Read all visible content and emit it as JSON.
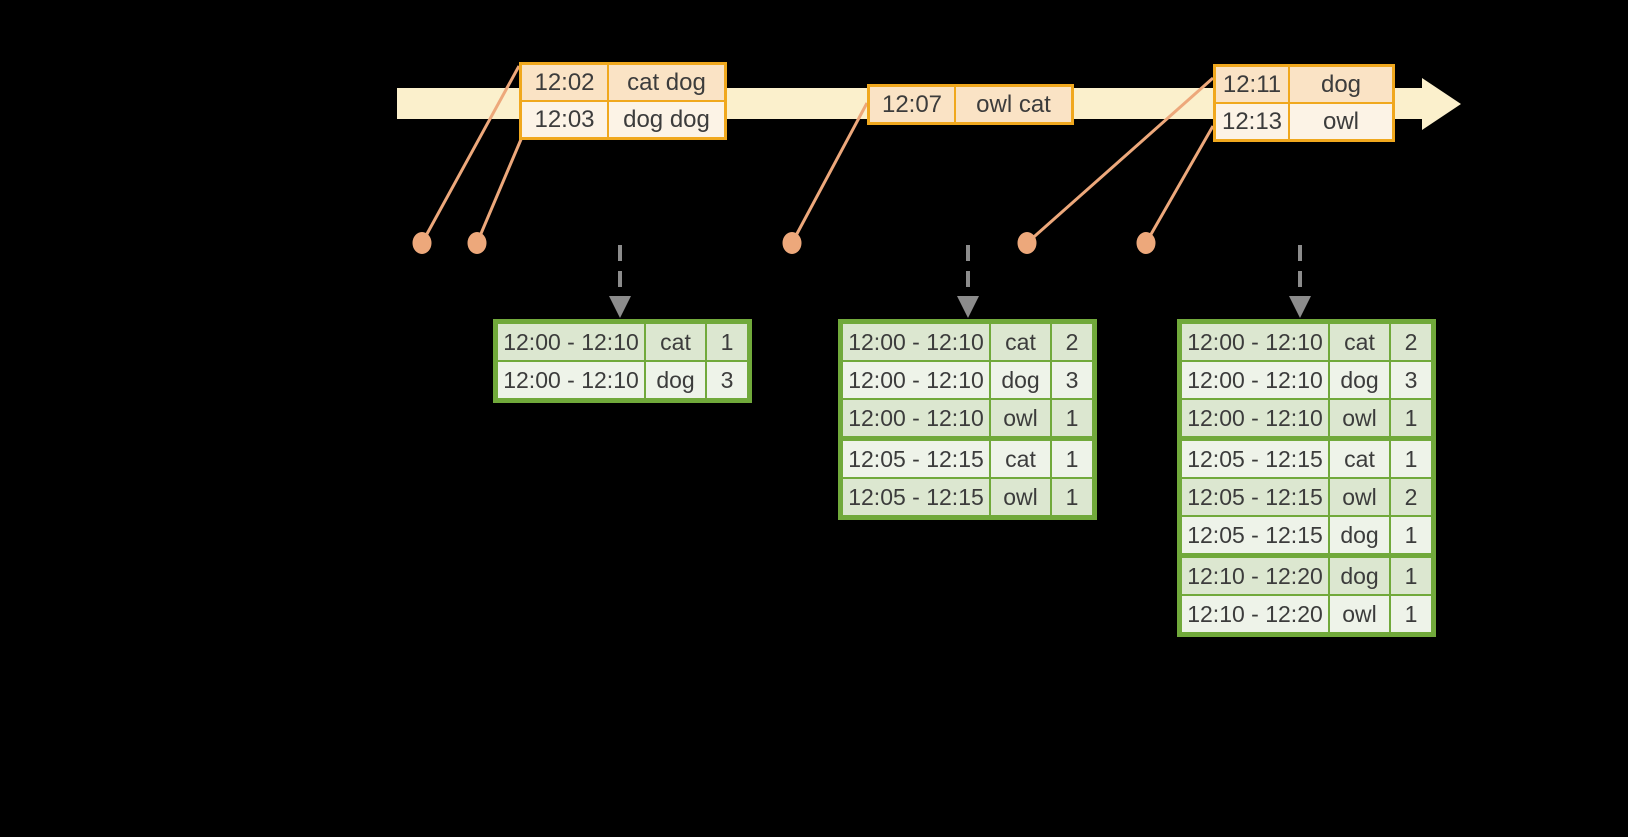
{
  "colors": {
    "band": "#FBF0CC",
    "amber": "#F0A81E",
    "peach": "#FAE3C5",
    "cream": "#FCF3E6",
    "salmon": "#EDA87B",
    "green": "#71A93B",
    "rowdark": "#DCE7D0",
    "rowlight": "#EEF3E9",
    "gray": "#8C8C8C",
    "text": "#3C3C3C"
  },
  "event_tables": [
    {
      "rows": [
        {
          "time": "12:02",
          "words": "cat dog"
        },
        {
          "time": "12:03",
          "words": "dog dog"
        }
      ]
    },
    {
      "rows": [
        {
          "time": "12:07",
          "words": "owl cat"
        }
      ]
    },
    {
      "rows": [
        {
          "time": "12:11",
          "words": "dog"
        },
        {
          "time": "12:13",
          "words": "owl"
        }
      ]
    }
  ],
  "result_tables": [
    {
      "rows": [
        {
          "window": "12:00 - 12:10",
          "word": "cat",
          "count": "1"
        },
        {
          "window": "12:00 - 12:10",
          "word": "dog",
          "count": "3"
        }
      ]
    },
    {
      "rows": [
        {
          "window": "12:00 - 12:10",
          "word": "cat",
          "count": "2"
        },
        {
          "window": "12:00 - 12:10",
          "word": "dog",
          "count": "3"
        },
        {
          "window": "12:00 - 12:10",
          "word": "owl",
          "count": "1"
        },
        {
          "window": "12:05 - 12:15",
          "word": "cat",
          "count": "1"
        },
        {
          "window": "12:05 - 12:15",
          "word": "owl",
          "count": "1"
        }
      ]
    },
    {
      "rows": [
        {
          "window": "12:00 - 12:10",
          "word": "cat",
          "count": "2"
        },
        {
          "window": "12:00 - 12:10",
          "word": "dog",
          "count": "3"
        },
        {
          "window": "12:00 - 12:10",
          "word": "owl",
          "count": "1"
        },
        {
          "window": "12:05 - 12:15",
          "word": "cat",
          "count": "1"
        },
        {
          "window": "12:05 - 12:15",
          "word": "owl",
          "count": "2"
        },
        {
          "window": "12:05 - 12:15",
          "word": "dog",
          "count": "1"
        },
        {
          "window": "12:10 - 12:20",
          "word": "dog",
          "count": "1"
        },
        {
          "window": "12:10 - 12:20",
          "word": "owl",
          "count": "1"
        }
      ]
    }
  ]
}
